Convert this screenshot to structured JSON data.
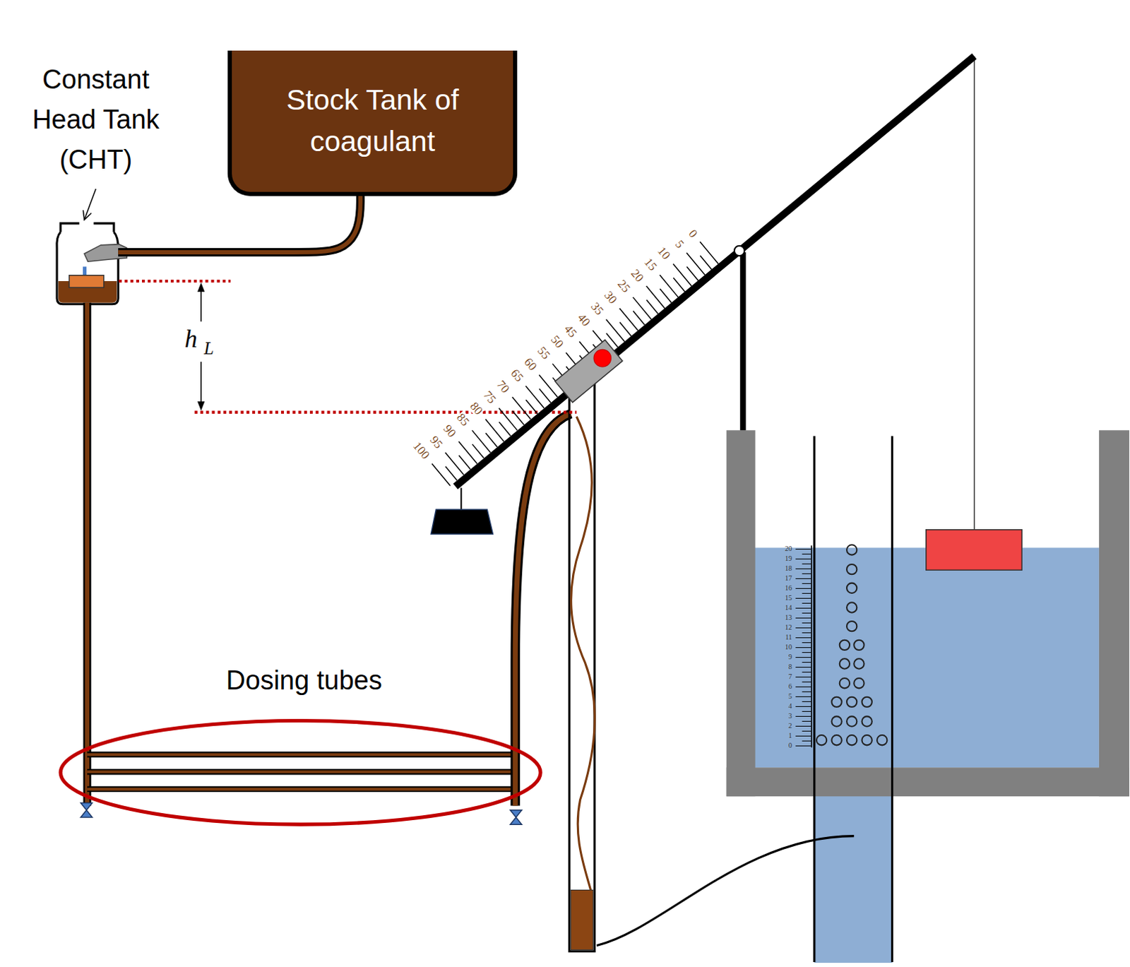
{
  "diagram": {
    "nodes": [
      {
        "text": [
          "Constant Head Tank (CHT)"
        ]
      },
      {
        "text": [
          "Stock Tank of coagulant"
        ]
      }
    ],
    "edges": [
      {
        "from": 1,
        "to": 0,
        "arrow": "none"
      }
    ],
    "labels": [
      "0",
      "5",
      "10",
      "15",
      "20",
      "25",
      "30",
      "35",
      "40",
      "45",
      "50",
      "55",
      "60",
      "65",
      "70",
      "75",
      "80",
      "85",
      "90",
      "95",
      "100",
      "h",
      "L",
      "0",
      "1",
      "2",
      "3",
      "4",
      "5",
      "6",
      "7",
      "8",
      "9",
      "10",
      "11",
      "12",
      "13",
      "14",
      "15",
      "16",
      "17",
      "18",
      "19",
      "20",
      "Dosing tubes"
    ]
  }
}
